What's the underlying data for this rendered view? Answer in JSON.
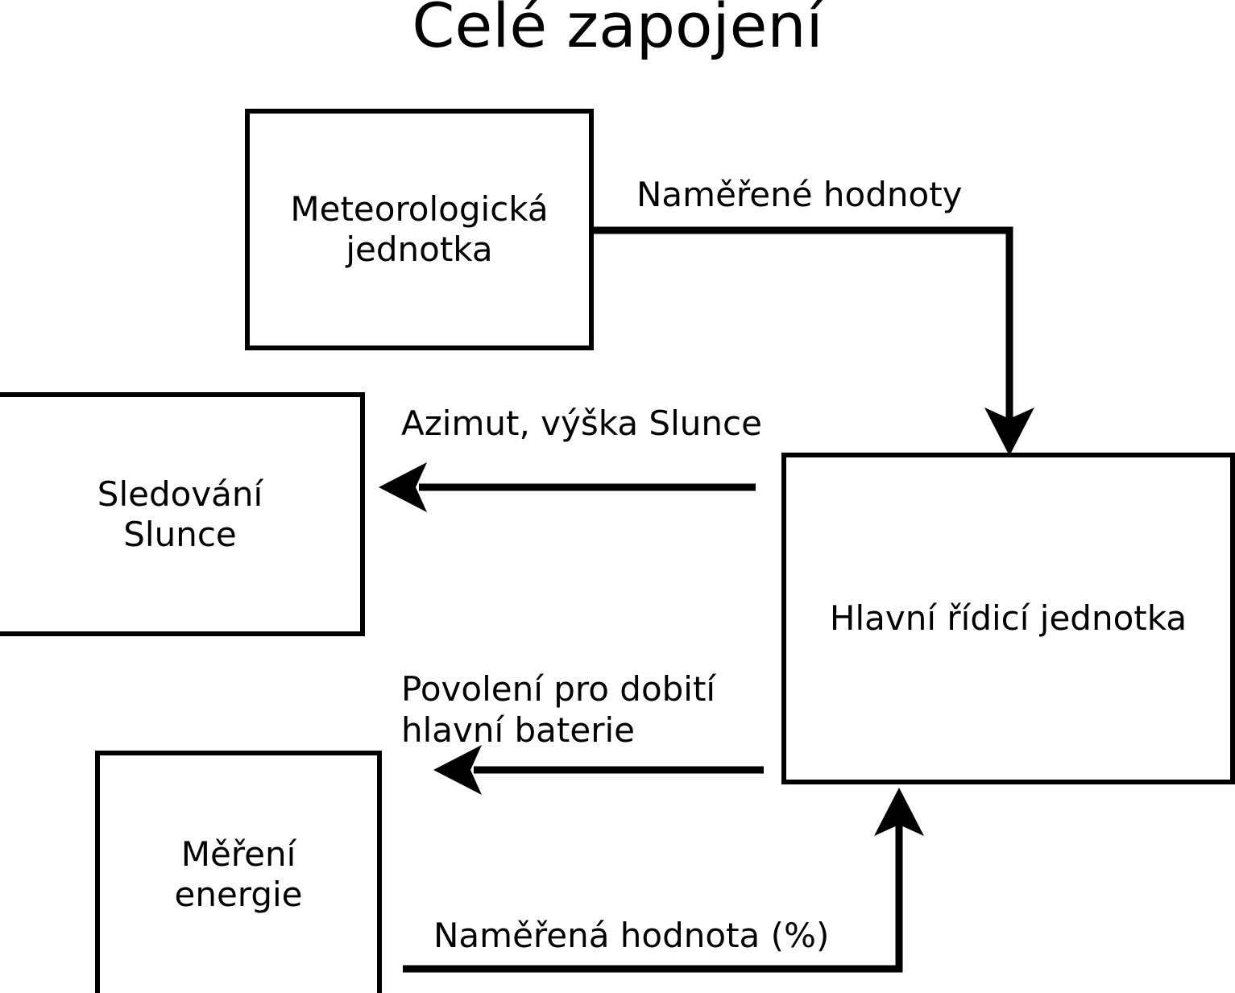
{
  "diagram": {
    "title": "Celé zapojení",
    "type": "block-diagram",
    "language": "cs",
    "stroke_color": "#000000",
    "background_color": "#ffffff",
    "nodes": [
      {
        "id": "meteo",
        "label": "Meteorologická\njednotka"
      },
      {
        "id": "sun",
        "label": "Sledování\nSlunce"
      },
      {
        "id": "main",
        "label": "Hlavní řídicí jednotka"
      },
      {
        "id": "energy",
        "label": "Měření\nenergie"
      }
    ],
    "edges": [
      {
        "id": "measured",
        "from": "meteo",
        "to": "main",
        "label": "Naměřené hodnoty"
      },
      {
        "id": "azimuth",
        "from": "main",
        "to": "sun",
        "label": "Azimut, výška Slunce"
      },
      {
        "id": "permission",
        "from": "main",
        "to": "energy",
        "label": "Povolení pro dobití\nhlavní baterie"
      },
      {
        "id": "measuredval",
        "from": "energy",
        "to": "main",
        "label": "Naměřená hodnota (%)"
      }
    ]
  }
}
